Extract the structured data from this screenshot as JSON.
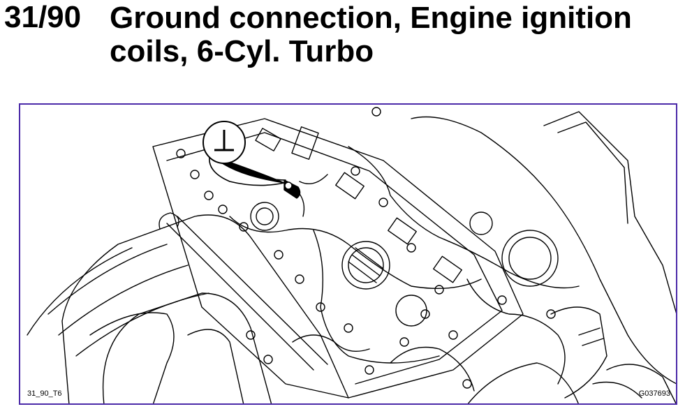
{
  "header": {
    "number": "31/90",
    "title_line1": "Ground connection, Engine ignition",
    "title_line2": "coils, 6-Cyl. Turbo"
  },
  "figure": {
    "ground_symbol": "ground-symbol-icon",
    "label_left": "31_90_T6",
    "label_right": "G037693",
    "frame_color": "#4b2aa8"
  }
}
